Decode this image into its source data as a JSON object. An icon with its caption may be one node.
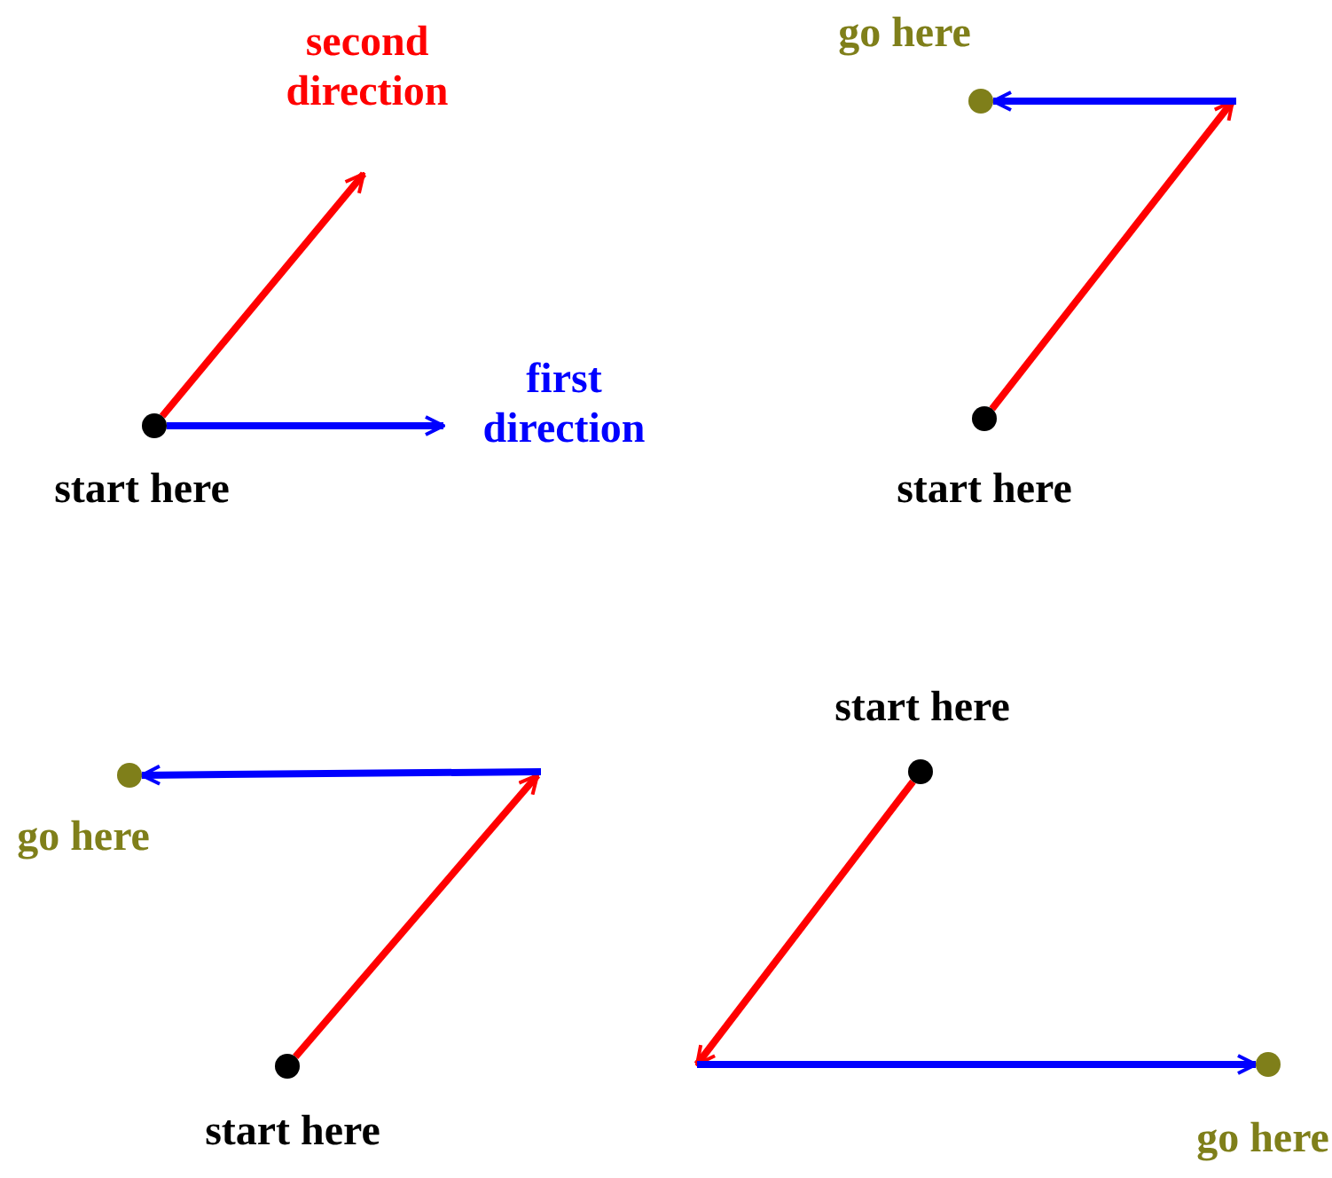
{
  "diagram": {
    "nodes": [
      {
        "text": [],
        "shape": "circle",
        "beside": [
          "start here"
        ]
      },
      {
        "text": [],
        "shape": "circle",
        "beside": [
          "start here"
        ]
      },
      {
        "text": [],
        "shape": "circle",
        "beside": [
          "go here"
        ]
      },
      {
        "text": [],
        "shape": "circle",
        "beside": [
          "go here"
        ]
      },
      {
        "text": [],
        "shape": "circle",
        "beside": [
          "start here"
        ]
      },
      {
        "text": [],
        "shape": "circle",
        "beside": [
          "start here"
        ]
      },
      {
        "text": [],
        "shape": "circle",
        "beside": [
          "go here"
        ]
      }
    ],
    "edges": [
      {
        "from": 0,
        "to": null,
        "arrow": "to",
        "color": "#ff0000"
      },
      {
        "from": 0,
        "to": null,
        "arrow": "to",
        "color": "#0000ff"
      },
      {
        "from": 1,
        "to": null,
        "arrow": "to",
        "color": "#ff0000"
      },
      {
        "from": null,
        "to": 2,
        "arrow": "to",
        "color": "#0000ff"
      },
      {
        "from": 4,
        "to": null,
        "arrow": "to",
        "color": "#ff0000"
      },
      {
        "from": null,
        "to": 3,
        "arrow": "to",
        "color": "#0000ff"
      },
      {
        "from": 5,
        "to": null,
        "arrow": "to",
        "color": "#ff0000"
      },
      {
        "from": null,
        "to": 6,
        "arrow": "to",
        "color": "#0000ff"
      }
    ],
    "labels": [
      "second direction",
      "first direction"
    ]
  }
}
